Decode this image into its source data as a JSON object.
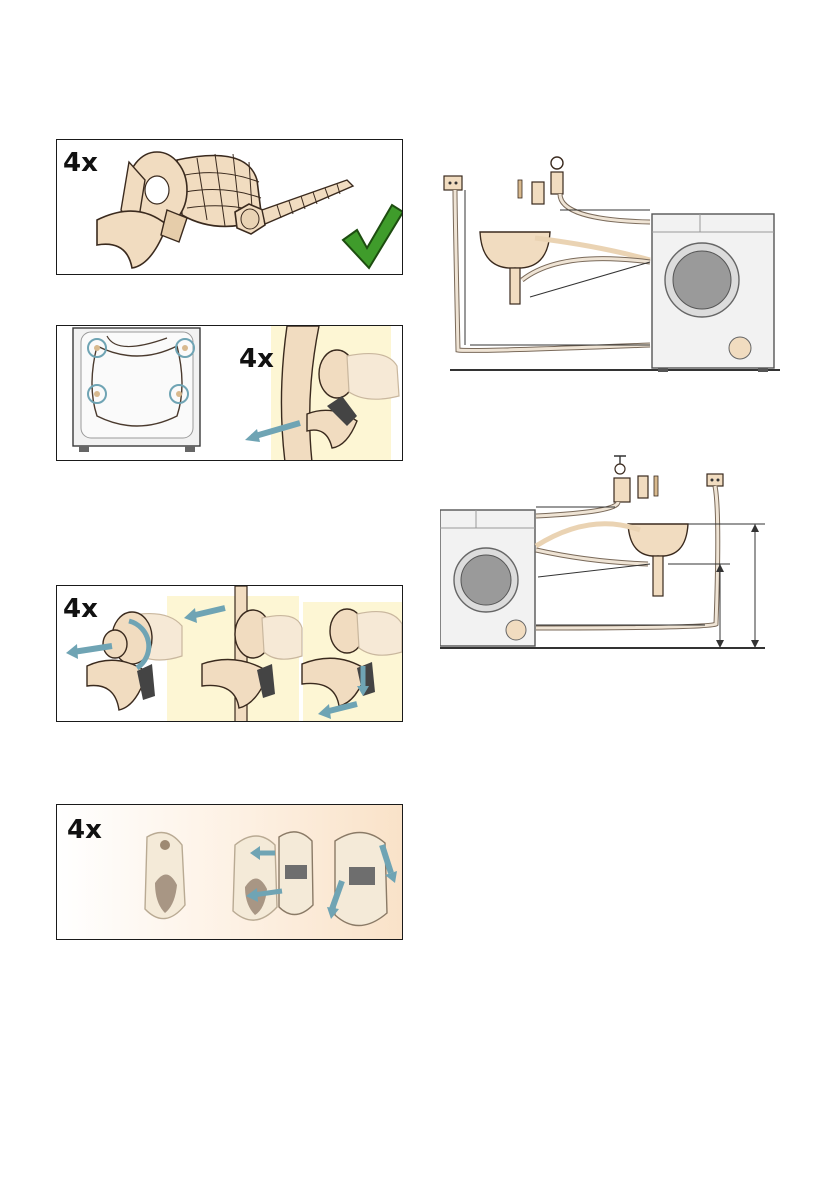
{
  "panels": {
    "transport_items": {
      "count": "4x"
    },
    "hose_clips": {
      "count": "4x"
    },
    "remove_bolts": {
      "count": "4x"
    },
    "covers": {
      "count": "4x"
    }
  },
  "colors": {
    "frame": "#1a1a1a",
    "part_cream": "#f1dcc0",
    "part_outline": "#3a2a1e",
    "arrow_blue": "#6fa4b4",
    "check_green": "#3f9c2b",
    "highlight_yellow": "#fdf6d4",
    "machine_grey": "#f2f2f2"
  }
}
